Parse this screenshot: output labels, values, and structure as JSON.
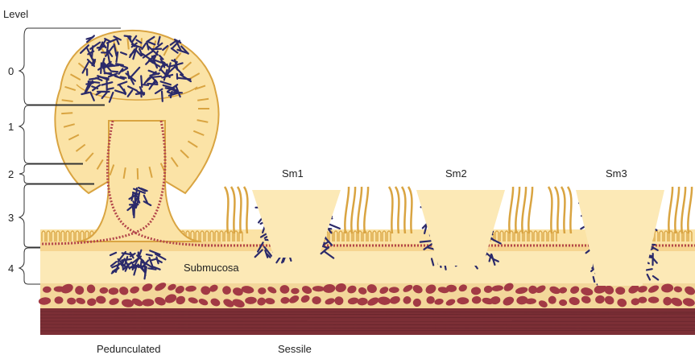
{
  "diagram": {
    "level_heading": "Level",
    "levels": [
      "0",
      "1",
      "2",
      "3",
      "4"
    ],
    "region_labels": {
      "submucosa": "Submucosa",
      "pedunculated": "Pedunculated",
      "sessile": "Sessile"
    },
    "sm_labels": [
      "Sm1",
      "Sm2",
      "Sm3"
    ]
  },
  "colors": {
    "background": "#ffffff",
    "mucosa": "#fbe3a6",
    "mucosa_edge": "#d9a441",
    "submucosa": "#fce9b6",
    "muscularis_mucosae": "#b2454a",
    "muscle_cells": "#a23a45",
    "muscle_band": "#7c2f36",
    "tumor_cells": "#2b2a6a",
    "bracket": "#333333"
  },
  "icons": {
    "tumor": "cancer-cell-cluster",
    "gland": "crypt-gland"
  }
}
